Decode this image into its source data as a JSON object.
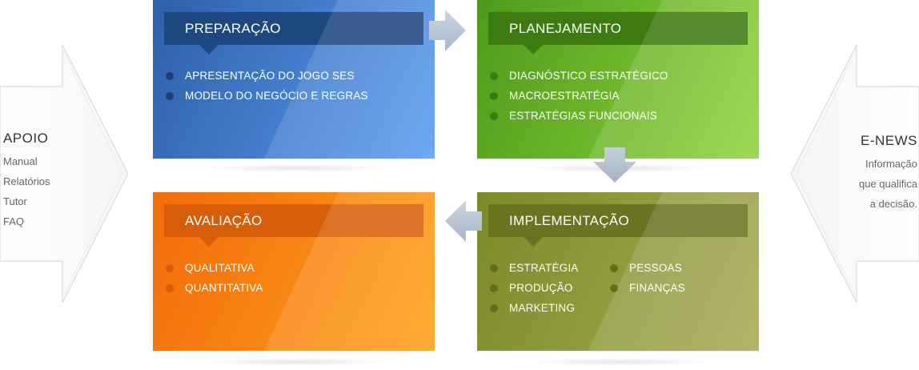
{
  "left_panel": {
    "title": "APOIO",
    "items": [
      "Manual",
      "Relatórios",
      "Tutor",
      "FAQ"
    ]
  },
  "right_panel": {
    "title": "E-NEWS",
    "lines": [
      "Informação",
      "que qualifica",
      "a decisão."
    ]
  },
  "boxes": {
    "preparacao": {
      "title": "PREPARAÇÃO",
      "items": [
        "APRESENTAÇÃO DO JOGO SES",
        "MODELO DO NEGÓCIO E REGRAS"
      ],
      "color_start": "#2E5FA8",
      "color_end": "#5A9CF0",
      "header_color": "#1E4780",
      "bullet_color": "#1E3F75"
    },
    "planejamento": {
      "title": "PLANEJAMENTO",
      "items": [
        "DIAGNÓSTICO ESTRATÉGICO",
        "MACROESTRATÉGIA",
        "ESTRATÉGIAS FUNCIONAIS"
      ],
      "color_start": "#4E9A1C",
      "color_end": "#8ED33A",
      "header_color": "#3E7A12",
      "bullet_color": "#3E7A12"
    },
    "avaliacao": {
      "title": "AVALIAÇÃO",
      "items": [
        "QUALITATIVA",
        "QUANTITATIVA"
      ],
      "color_start": "#F26B0C",
      "color_end": "#FFA018",
      "header_color": "#D65E0A",
      "bullet_color": "#D65E0A"
    },
    "implementacao": {
      "title": "IMPLEMENTAÇÃO",
      "items_col1": [
        "ESTRATÉGIA",
        "PRODUÇÃO",
        "MARKETING"
      ],
      "items_col2": [
        "PESSOAS",
        "FINANÇAS"
      ],
      "color_start": "#7C8A28",
      "color_end": "#A8AA55",
      "header_color": "#6A7420",
      "bullet_color": "#646C1E"
    }
  },
  "colors": {
    "flow_arrow": "#B8C5D6",
    "side_arrow_stroke": "#D8D8D8"
  }
}
